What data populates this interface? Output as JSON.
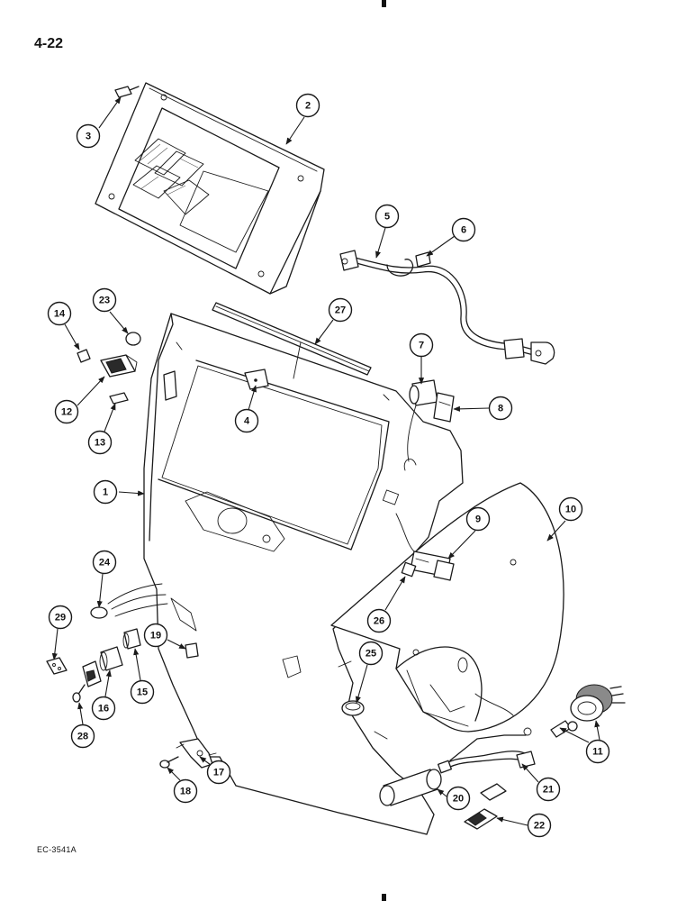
{
  "page_number": "4-22",
  "figure_code": "EC-3541A",
  "callouts": [
    "1",
    "2",
    "3",
    "4",
    "5",
    "6",
    "7",
    "8",
    "9",
    "10",
    "11",
    "12",
    "13",
    "14",
    "15",
    "16",
    "17",
    "18",
    "19",
    "20",
    "21",
    "22",
    "23",
    "24",
    "25",
    "26",
    "27",
    "28",
    "29"
  ]
}
